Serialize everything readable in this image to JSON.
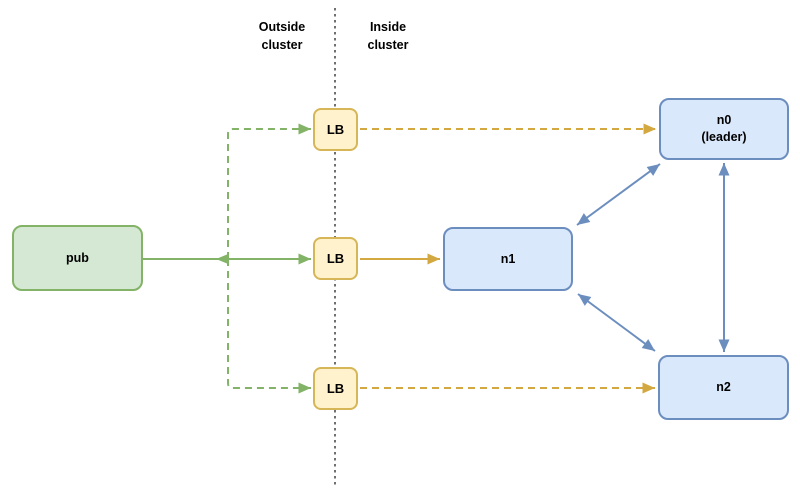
{
  "regions": {
    "outside": "Outside\ncluster",
    "inside": "Inside\ncluster"
  },
  "nodes": {
    "pub": {
      "label": "pub"
    },
    "lb-top": {
      "label": "LB"
    },
    "lb-mid": {
      "label": "LB"
    },
    "lb-bot": {
      "label": "LB"
    },
    "n0": {
      "label": "n0\n(leader)"
    },
    "n1": {
      "label": "n1"
    },
    "n2": {
      "label": "n2"
    }
  },
  "edges": [
    {
      "from": "pub",
      "to": "lb-top",
      "line": "dashed",
      "color": "green",
      "arrows": "to"
    },
    {
      "from": "pub",
      "to": "lb-mid",
      "line": "solid",
      "color": "green",
      "arrows": "both"
    },
    {
      "from": "pub",
      "to": "lb-bot",
      "line": "dashed",
      "color": "green",
      "arrows": "to"
    },
    {
      "from": "lb-top",
      "to": "n0",
      "line": "dashed",
      "color": "yellow",
      "arrows": "to"
    },
    {
      "from": "lb-mid",
      "to": "n1",
      "line": "solid",
      "color": "yellow",
      "arrows": "to"
    },
    {
      "from": "lb-bot",
      "to": "n2",
      "line": "dashed",
      "color": "yellow",
      "arrows": "to"
    },
    {
      "from": "n1",
      "to": "n0",
      "line": "solid",
      "color": "blue",
      "arrows": "both"
    },
    {
      "from": "n1",
      "to": "n2",
      "line": "solid",
      "color": "blue",
      "arrows": "both"
    },
    {
      "from": "n0",
      "to": "n2",
      "line": "solid",
      "color": "blue",
      "arrows": "both"
    }
  ],
  "colors": {
    "green-fill": "#d5e8d4",
    "green-stroke": "#82b366",
    "green-edge": "#82b366",
    "yellow-fill": "#fff2cc",
    "yellow-stroke": "#d6b656",
    "yellow-edge": "#d4a840",
    "blue-fill": "#dae8fc",
    "blue-stroke": "#6c8ebf",
    "blue-edge": "#6c8ebf",
    "boundary": "#333333"
  }
}
